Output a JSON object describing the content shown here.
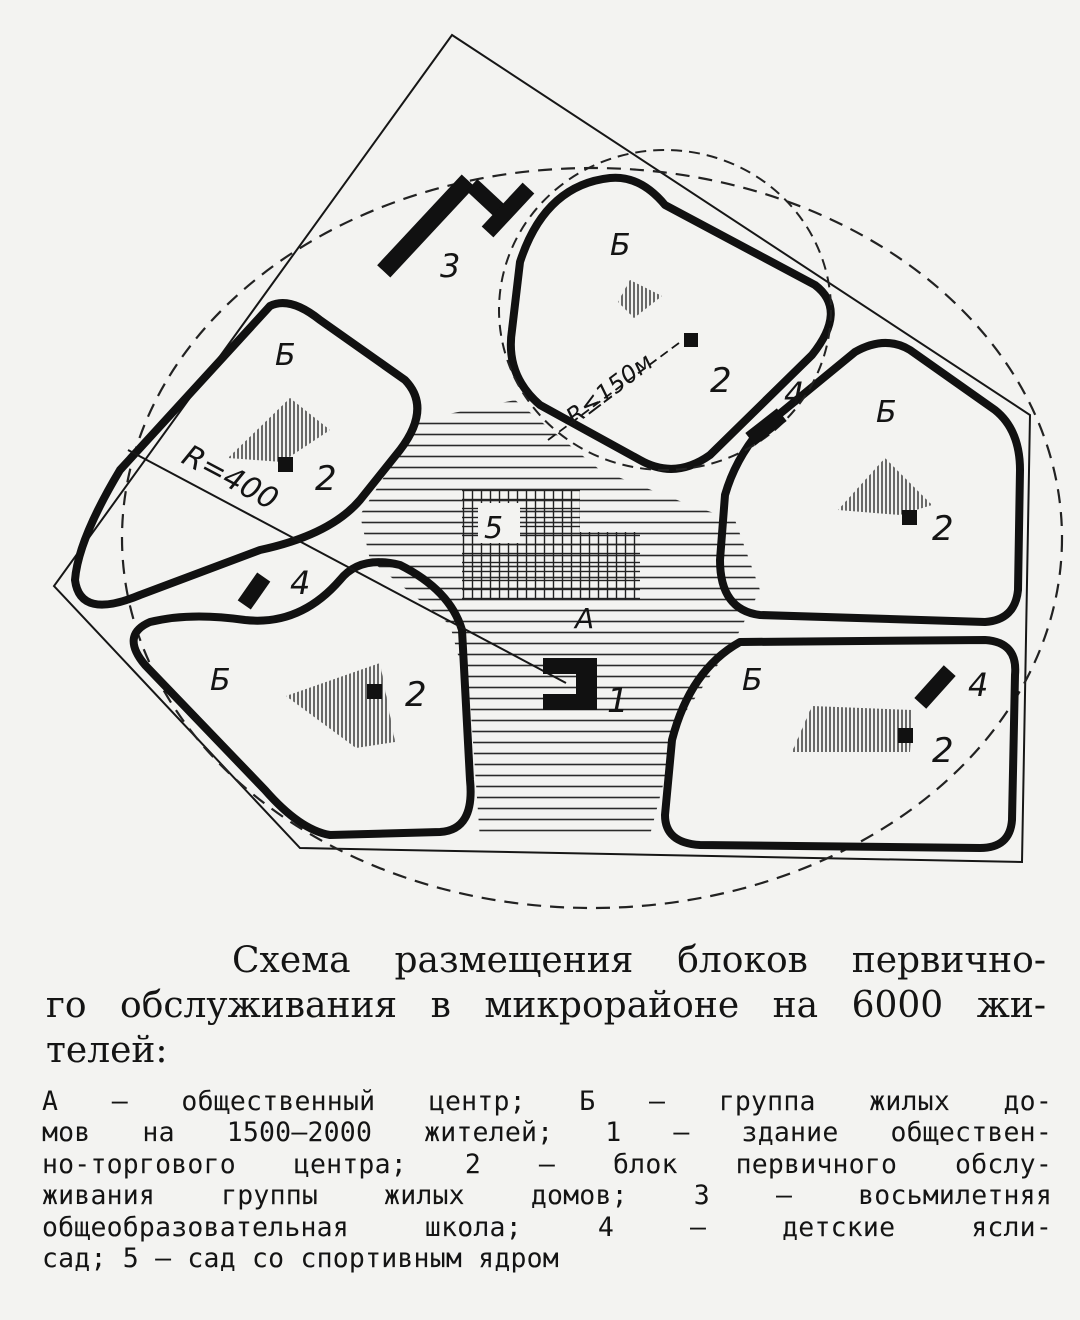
{
  "diagram": {
    "labels": {
      "group": "Б",
      "center": "А",
      "block": "2",
      "center_building": "1",
      "school": "3",
      "kindergarten": "4",
      "garden": "5",
      "radius_large": "R=400",
      "radius_small": "R≤150м"
    }
  },
  "caption": {
    "lines": [
      "Схема размещения блоков первично-",
      "го обслуживания в микрорайоне на 6000 жи-",
      "телей:"
    ]
  },
  "legend": {
    "lines": [
      "А — общественный центр; Б — группа жилых до-",
      "мов на 1500—2000 жителей; 1 — здание обществен-",
      "но-торгового центра; 2 — блок первичного обслу-",
      "живания группы жилых домов; 3 — восьмилетняя",
      "общеобразовательная школа; 4 — детские ясли-",
      "сад; 5 — сад со спортивным ядром"
    ]
  }
}
